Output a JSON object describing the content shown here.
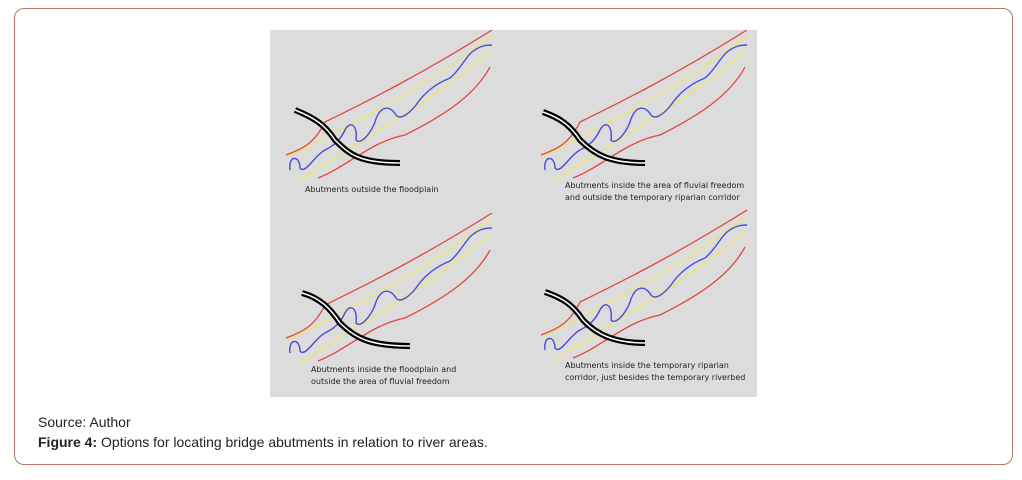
{
  "figure": {
    "panels": [
      {
        "caption_lines": [
          "Abutments outside the floodplain"
        ]
      },
      {
        "caption_lines": [
          "Abutments inside the area of fluvial freedom",
          "and outside the temporary riparian corridor"
        ]
      },
      {
        "caption_lines": [
          "Abutments inside the floodplain and",
          "outside the area of fluvial freedom"
        ]
      },
      {
        "caption_lines": [
          "Abutments inside the temporary riparian",
          "corridor, just besides the temporary riverbed"
        ]
      }
    ],
    "colors": {
      "floodplain": "#e0463c",
      "fluvial_freedom": "#f0e26a",
      "river": "#4a4ad8",
      "bridge": "#000000",
      "background": "#dcdcdc"
    }
  },
  "source": "Source: Author",
  "caption": {
    "label": "Figure 4:",
    "text": " Options for locating bridge abutments in relation to river areas."
  }
}
